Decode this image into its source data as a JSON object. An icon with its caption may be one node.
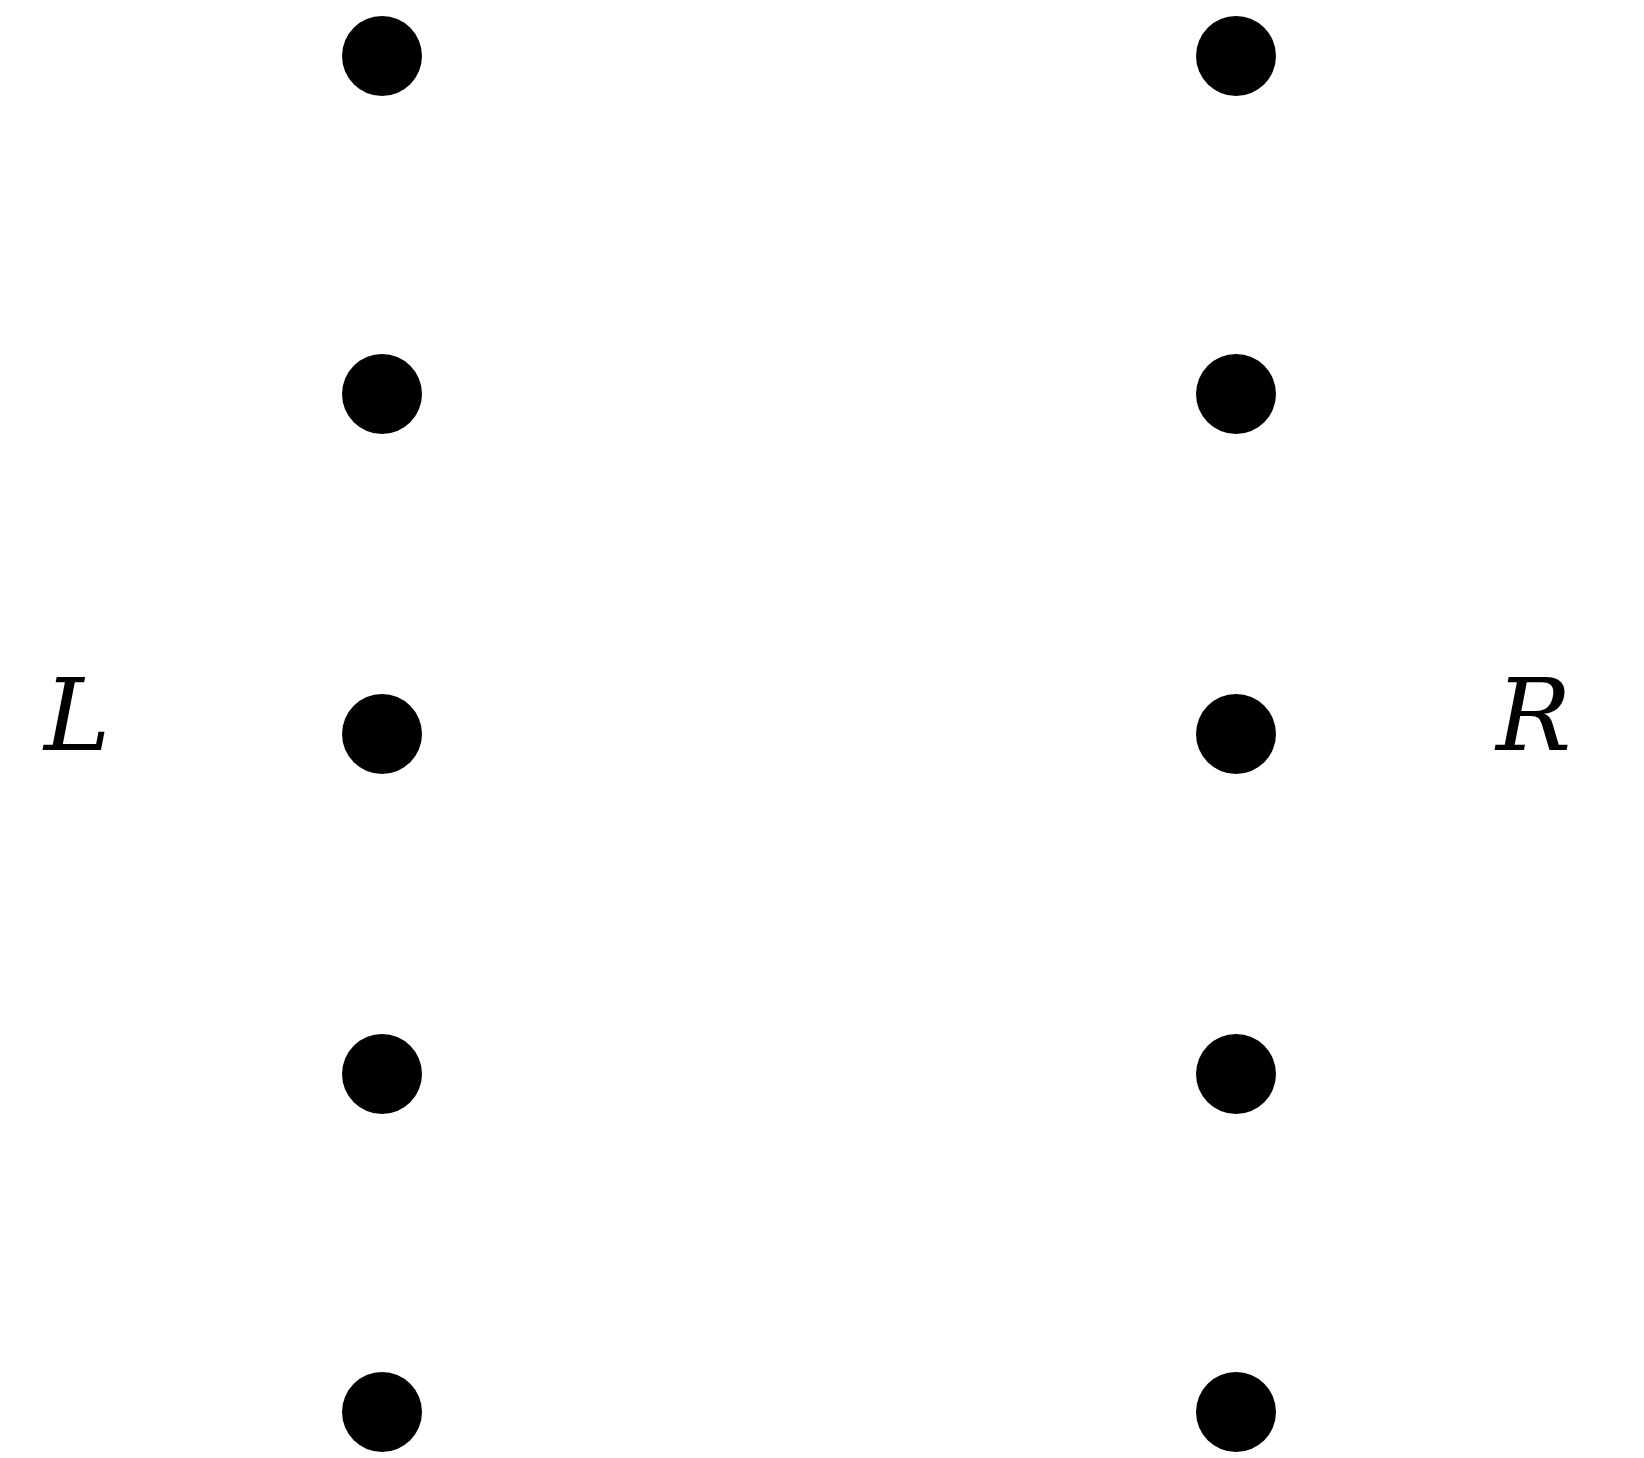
{
  "diagram": {
    "nodes": [
      {
        "text": [],
        "shape": "circle"
      },
      {
        "text": [],
        "shape": "circle"
      },
      {
        "text": [],
        "shape": "circle"
      },
      {
        "text": [],
        "shape": "circle"
      },
      {
        "text": [],
        "shape": "circle"
      },
      {
        "text": [],
        "shape": "circle"
      },
      {
        "text": [],
        "shape": "circle"
      },
      {
        "text": [],
        "shape": "circle"
      },
      {
        "text": [],
        "shape": "circle"
      },
      {
        "text": [],
        "shape": "circle"
      }
    ],
    "edges": [],
    "labels": [
      "L",
      "R"
    ]
  }
}
